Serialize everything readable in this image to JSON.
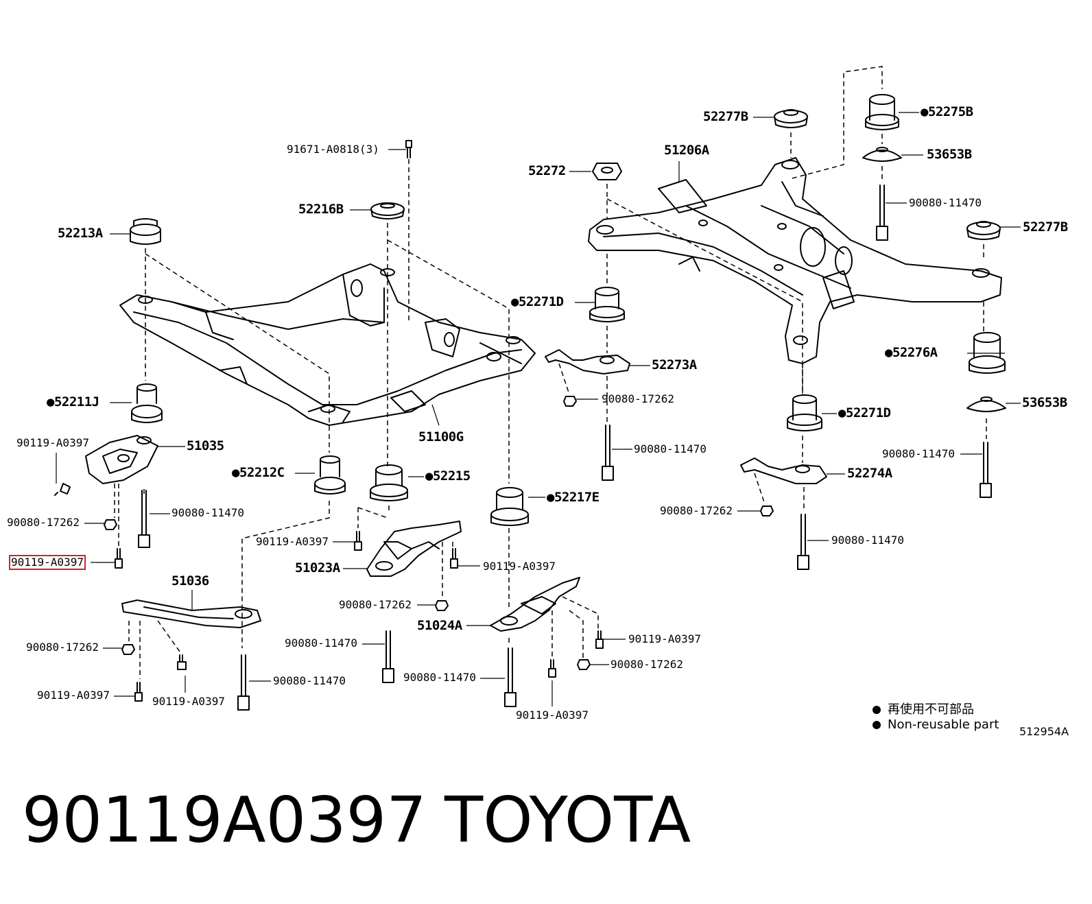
{
  "footer": {
    "part_number": "90119A0397",
    "brand": "TOYOTA"
  },
  "legend": {
    "line_cn": "再使用不可部品",
    "line_en": "Non-reusable part"
  },
  "diagram_ref": "512954A",
  "highlight_color": "#d41f26",
  "callouts": {
    "c91671": "91671-A0818(3)",
    "c52216B": "52216B",
    "c52213A": "52213A",
    "c52211J": "●52211J",
    "c51035": "51035",
    "c90119_a": "90119-A0397",
    "c90080_11470_a": "90080-11470",
    "c90080_17262_a": "90080-17262",
    "c90119_hl": "90119-A0397",
    "c51036": "51036",
    "c90080_17262_b": "90080-17262",
    "c90119_b": "90119-A0397",
    "c90119_c": "90119-A0397",
    "c90080_11470_b": "90080-11470",
    "c52212C": "●52212C",
    "c52215": "●52215",
    "c51100G": "51100G",
    "c90119_d": "90119-A0397",
    "c51023A": "51023A",
    "c90119_e": "90119-A0397",
    "c90080_17262_c": "90080-17262",
    "c90080_11470_c": "90080-11470",
    "c52217E": "●52217E",
    "c51024A": "51024A",
    "c90080_11470_d": "90080-11470",
    "c90119_f": "90119-A0397",
    "c90080_17262_d": "90080-17262",
    "c90119_g": "90119-A0397",
    "c52272": "52272",
    "c52277B_a": "52277B",
    "c51206A": "51206A",
    "c52275B": "●52275B",
    "c53653B_a": "53653B",
    "c90080_11470_e": "90080-11470",
    "c52277B_b": "52277B",
    "c52271D_a": "●52271D",
    "c52273A": "52273A",
    "c90080_17262_e": "90080-17262",
    "c90080_11470_f": "90080-11470",
    "c52276A": "●52276A",
    "c53653B_b": "53653B",
    "c52271D_b": "●52271D",
    "c90080_11470_g": "90080-11470",
    "c52274A": "52274A",
    "c90080_17262_f": "90080-17262",
    "c90080_11470_h": "90080-11470"
  }
}
